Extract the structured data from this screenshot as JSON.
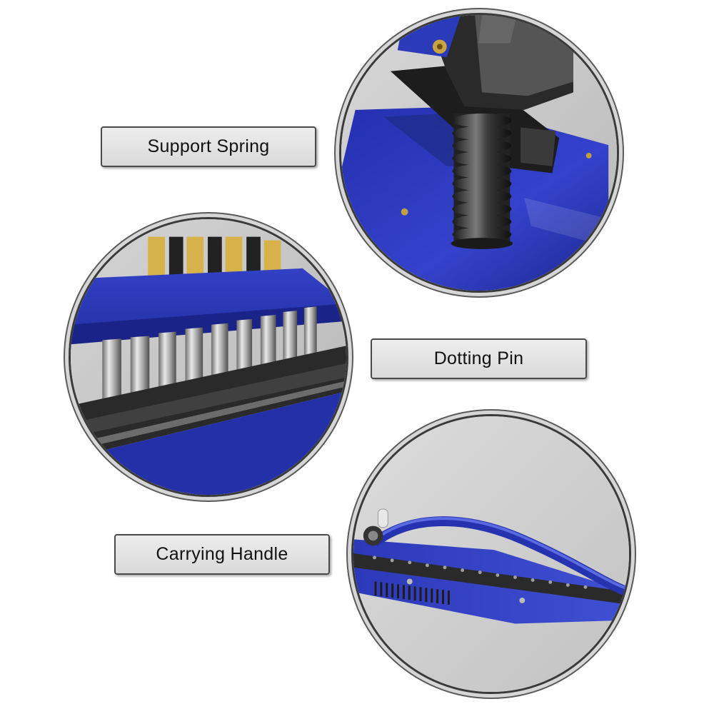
{
  "labels": {
    "support_spring": "Support Spring",
    "dotting_pin": "Dotting Pin",
    "carrying_handle": "Carrying Handle"
  },
  "colors": {
    "machine_blue": "#2f3bbd",
    "photo_background": "#c8c8c8",
    "label_fill": "#e3e3e3",
    "label_border": "#4a4a4a"
  }
}
